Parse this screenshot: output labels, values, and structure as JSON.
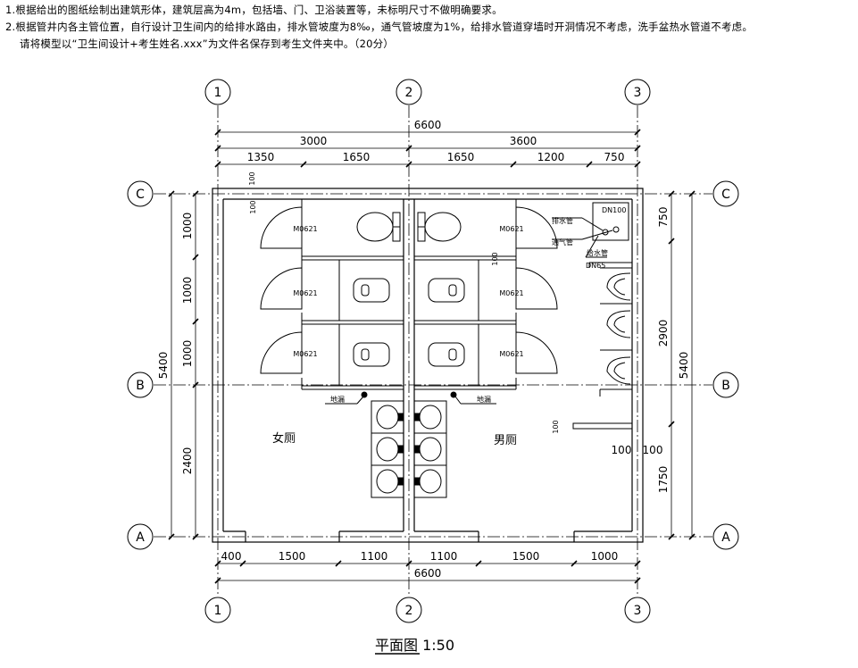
{
  "instructions": {
    "line1": "1.根据给出的图纸绘制出建筑形体，建筑层高为4m，包括墙、门、卫浴装置等，未标明尺寸不做明确要求。",
    "line2": "2.根据管井内各主管位置，自行设计卫生间内的给排水路由，排水管坡度为8‰，通气管坡度为1%，给排水管道穿墙时开洞情况不考虑，洗手盆热水管道不考虑。",
    "line3": "请将模型以“卫生间设计+考生姓名.xxx”为文件名保存到考生文件夹中。（20分）"
  },
  "axes": {
    "col1": "1",
    "col2": "2",
    "col3": "3",
    "rowA": "A",
    "rowB": "B",
    "rowC": "C"
  },
  "dims": {
    "top_total": "6600",
    "top_left": "3000",
    "top_right": "3600",
    "top_seg": [
      "1350",
      "1650",
      "1650",
      "1200",
      "750"
    ],
    "bottom_seg": [
      "400",
      "1500",
      "1100",
      "1100",
      "1500",
      "1000"
    ],
    "bottom_total": "6600",
    "left_seg": [
      "1000",
      "1000",
      "1000",
      "2400"
    ],
    "left_total": "5400",
    "right_seg": [
      "750",
      "2900",
      "1750"
    ],
    "right_total": "5400",
    "wall_100": "100"
  },
  "labels": {
    "door": "M0621",
    "drain_pipe": "排水管",
    "vent_pipe": "通气管",
    "supply_pipe": "给水管",
    "dn100": "DN100",
    "dn65": "DN65",
    "floor_drain": "地漏",
    "women": "女厕",
    "men": "男厕"
  },
  "title": "平面图 1:50"
}
